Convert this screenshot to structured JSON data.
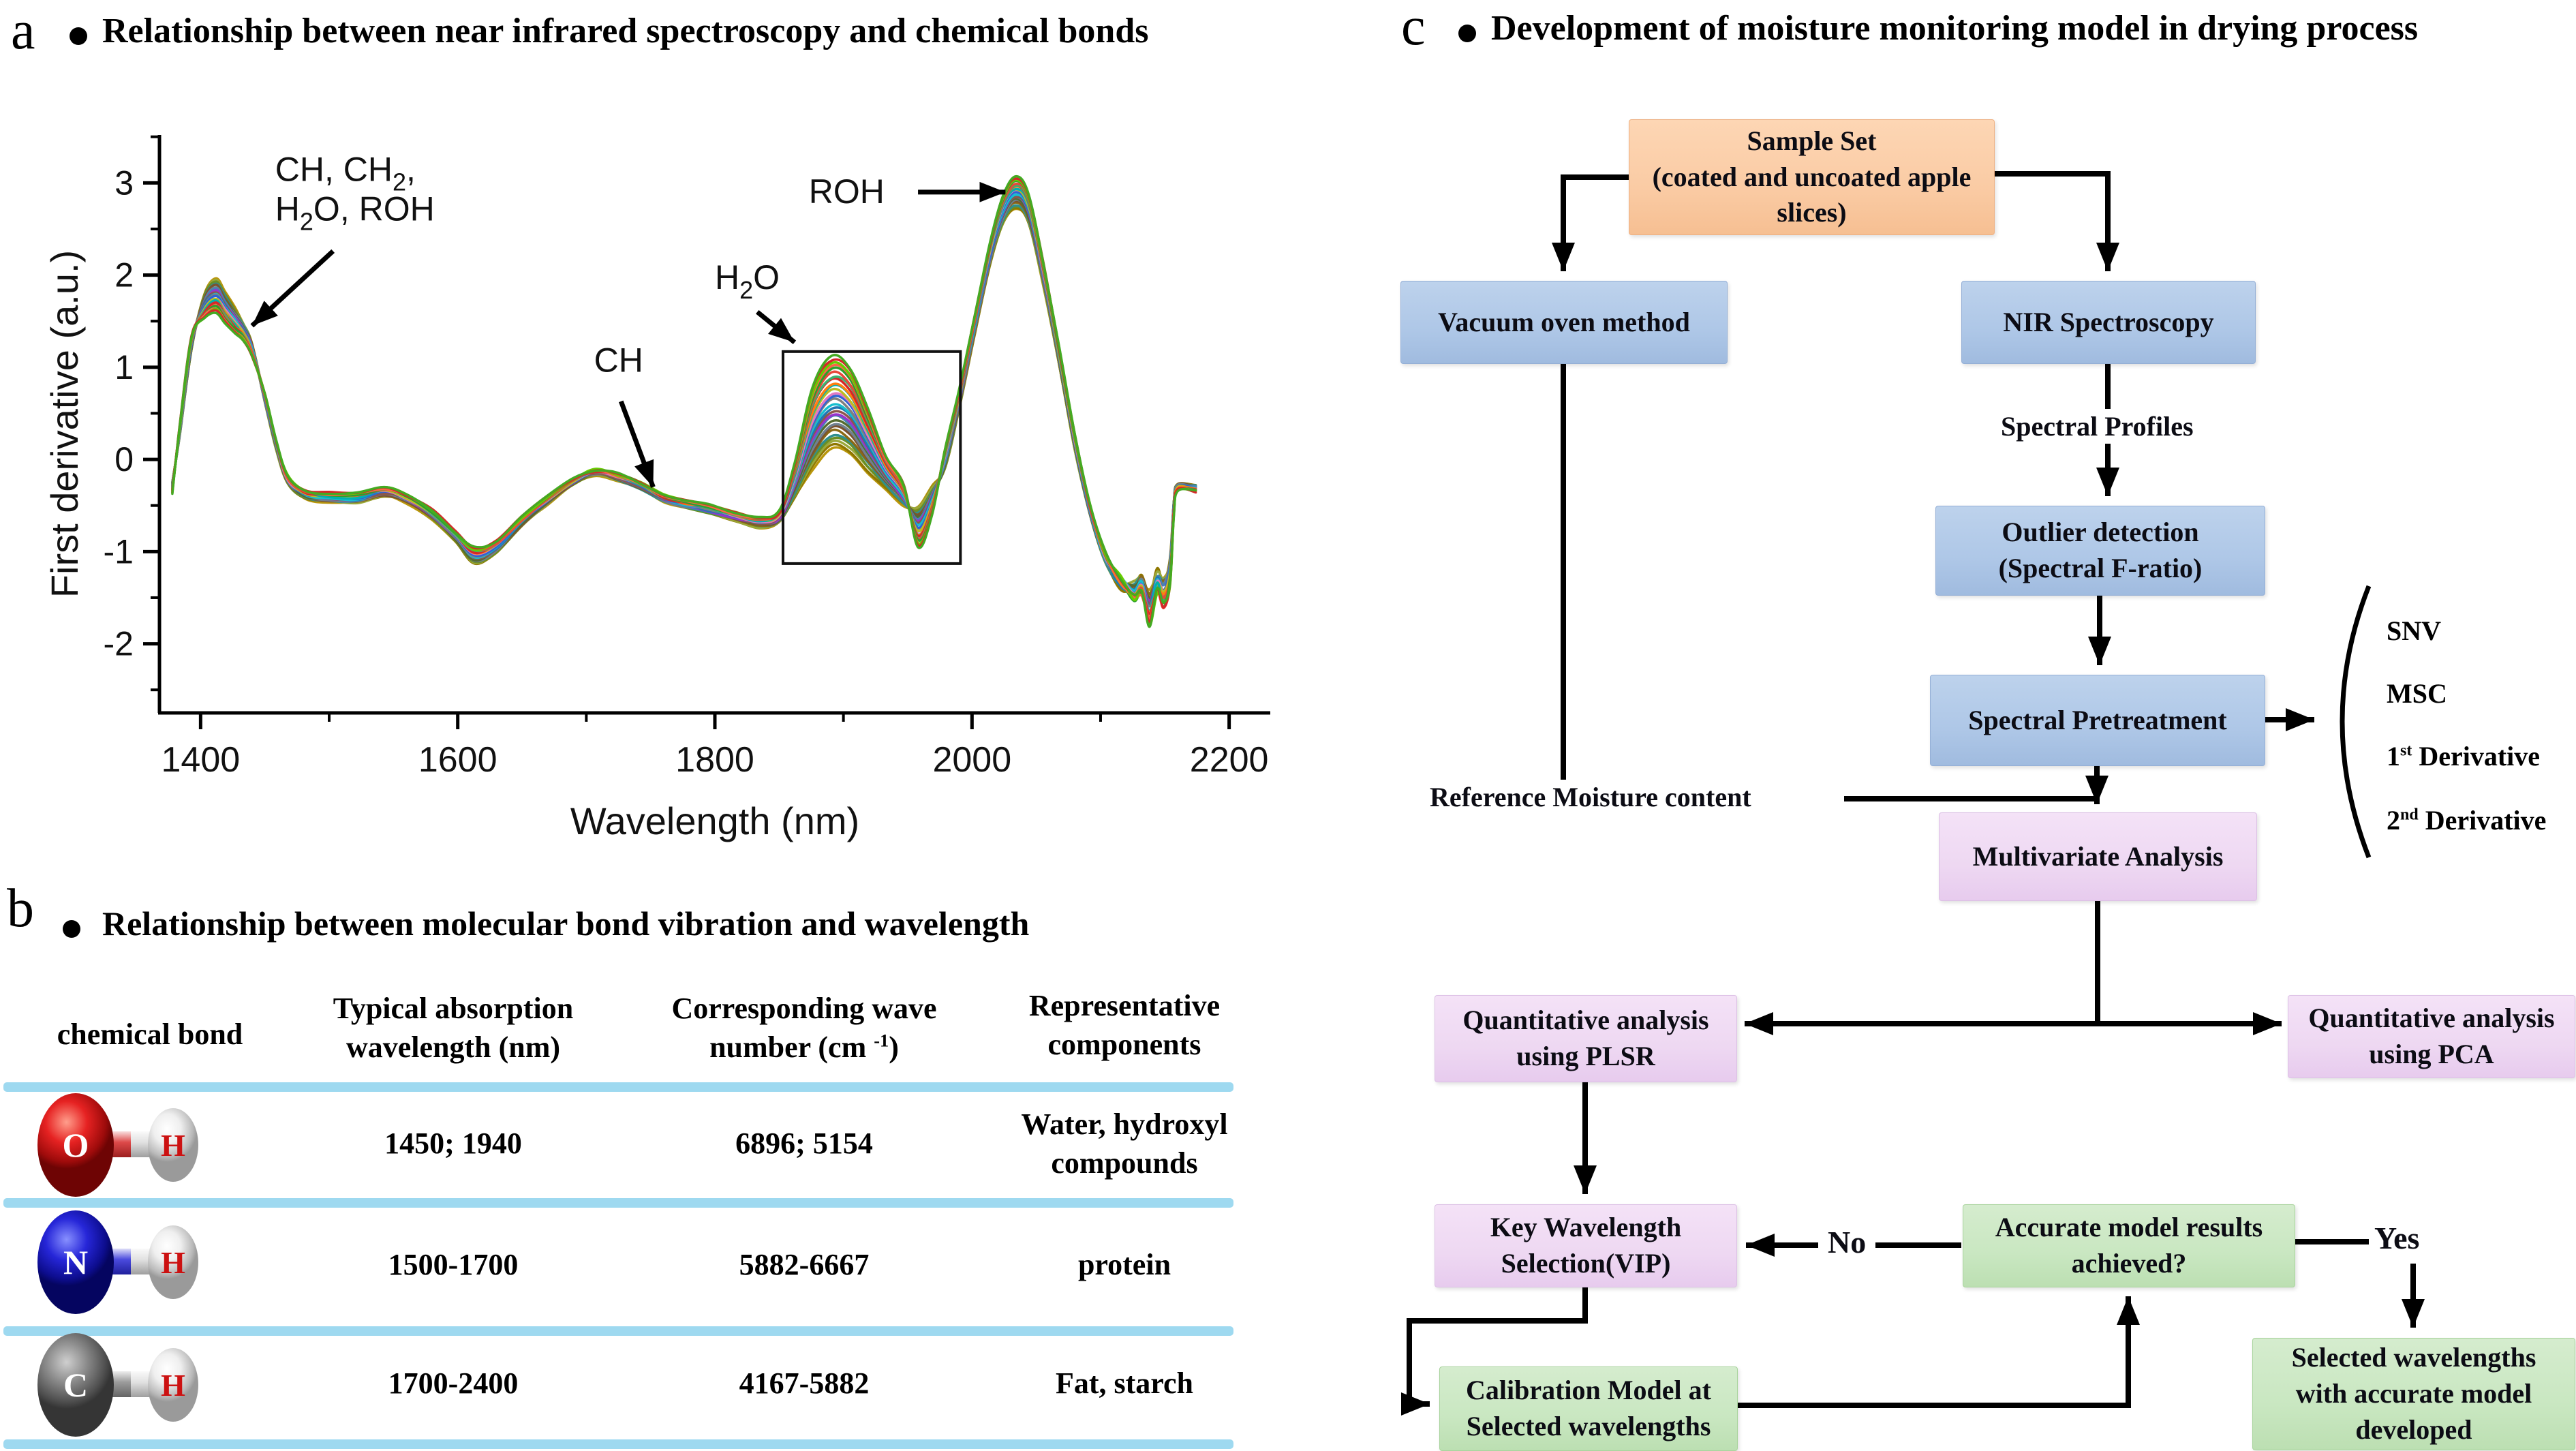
{
  "panel_a": {
    "label": "a",
    "title": "Relationship between near infrared spectroscopy and chemical bonds"
  },
  "chart_data": {
    "type": "line",
    "title": "",
    "xlabel": "Wavelength (nm)",
    "ylabel": "First derivative (a.u.)",
    "xlim": [
      1368,
      2232
    ],
    "ylim": [
      -2.75,
      3.52
    ],
    "x_ticks": [
      1400,
      1600,
      1800,
      2000,
      2200
    ],
    "x_minor_ticks": [
      1500,
      1700,
      1900,
      2100
    ],
    "y_ticks": [
      3,
      2,
      1,
      0,
      -1,
      -2
    ],
    "y_minor_ticks": [
      3.5,
      2.5,
      1.5,
      0.5,
      -0.5,
      -1.5,
      -2.5
    ],
    "grid": false,
    "legend": false,
    "n_series": 28,
    "series_note": "About 28 overlapping first-derivative NIR spectra of apple slices at different moisture levels; envelope lists [wavelength nm, min value, max value, (1 = order inverted)] across the bundle",
    "envelope": [
      [
        1378,
        -0.36,
        -0.25,
        1
      ],
      [
        1384,
        0.28,
        0.4
      ],
      [
        1393,
        1.2,
        1.34
      ],
      [
        1403,
        1.52,
        1.8,
        1
      ],
      [
        1412,
        1.6,
        1.96,
        1
      ],
      [
        1419,
        1.48,
        1.82,
        1
      ],
      [
        1427,
        1.36,
        1.64,
        1
      ],
      [
        1433,
        1.3,
        1.48,
        1
      ],
      [
        1440,
        1.12,
        1.26,
        1
      ],
      [
        1450,
        0.62,
        0.72
      ],
      [
        1459,
        0.1,
        0.2
      ],
      [
        1468,
        -0.26,
        -0.18
      ],
      [
        1482,
        -0.42,
        -0.33
      ],
      [
        1500,
        -0.46,
        -0.36
      ],
      [
        1522,
        -0.47,
        -0.37
      ],
      [
        1543,
        -0.4,
        -0.3
      ],
      [
        1560,
        -0.47,
        -0.38
      ],
      [
        1580,
        -0.64,
        -0.55
      ],
      [
        1598,
        -0.88,
        -0.78
      ],
      [
        1613,
        -1.13,
        -0.96
      ],
      [
        1630,
        -1.02,
        -0.88
      ],
      [
        1650,
        -0.72,
        -0.62
      ],
      [
        1670,
        -0.48,
        -0.4
      ],
      [
        1690,
        -0.27,
        -0.2
      ],
      [
        1707,
        -0.17,
        -0.11
      ],
      [
        1724,
        -0.22,
        -0.15
      ],
      [
        1742,
        -0.32,
        -0.25
      ],
      [
        1760,
        -0.46,
        -0.38
      ],
      [
        1775,
        -0.52,
        -0.44
      ],
      [
        1795,
        -0.58,
        -0.5
      ],
      [
        1815,
        -0.66,
        -0.57
      ],
      [
        1835,
        -0.74,
        -0.62
      ],
      [
        1850,
        -0.68,
        -0.55
      ],
      [
        1862,
        -0.42,
        -0.05
      ],
      [
        1876,
        -0.12,
        0.8
      ],
      [
        1891,
        0.12,
        1.12
      ],
      [
        1905,
        0.05,
        1.0
      ],
      [
        1919,
        -0.15,
        0.55
      ],
      [
        1933,
        -0.32,
        0.05
      ],
      [
        1947,
        -0.5,
        -0.28
      ],
      [
        1958,
        -0.95,
        -0.5,
        1
      ],
      [
        1969,
        -0.6,
        -0.3,
        1
      ],
      [
        1979,
        -0.1,
        0.12
      ],
      [
        1990,
        0.55,
        0.75
      ],
      [
        2002,
        1.35,
        1.55
      ],
      [
        2014,
        2.1,
        2.35
      ],
      [
        2024,
        2.55,
        2.85
      ],
      [
        2034,
        2.72,
        3.06
      ],
      [
        2044,
        2.55,
        2.88
      ],
      [
        2056,
        1.85,
        2.1
      ],
      [
        2068,
        1.0,
        1.2
      ],
      [
        2080,
        0.1,
        0.28
      ],
      [
        2092,
        -0.62,
        -0.5
      ],
      [
        2104,
        -1.12,
        -1.02
      ],
      [
        2116,
        -1.38,
        -1.28
      ],
      [
        2126,
        -1.52,
        -1.35,
        1
      ],
      [
        2132,
        -1.45,
        -1.28,
        1
      ],
      [
        2138,
        -1.78,
        -1.45,
        1
      ],
      [
        2144,
        -1.45,
        -1.22,
        1
      ],
      [
        2149,
        -1.6,
        -1.3,
        1
      ],
      [
        2154,
        -1.35,
        -1.1,
        1
      ],
      [
        2157,
        -0.6,
        -0.45,
        1
      ],
      [
        2160,
        -0.34,
        -0.27,
        1
      ],
      [
        2174,
        -0.35,
        -0.28,
        1
      ]
    ],
    "spread_regions": {
      "peak_1412": [
        1.6,
        1.96
      ],
      "h2o_band_1891": [
        0.12,
        1.12
      ],
      "dip_1958": [
        -0.95,
        -0.5
      ],
      "roh_peak_2034": [
        2.72,
        3.06
      ]
    },
    "highlight_box": {
      "x1": 1853,
      "x2": 1991,
      "y1": -1.13,
      "y2": 1.17
    },
    "palette": [
      "#b8960c",
      "#8f7700",
      "#9aa83a",
      "#6b8e23",
      "#2f8f8f",
      "#8b6914",
      "#7a5230",
      "#708090",
      "#556b2f",
      "#4682b4",
      "#9932cc",
      "#8c564b",
      "#1f77b4",
      "#17becf",
      "#7f7f7f",
      "#2e64d4",
      "#e377c2",
      "#bcbd22",
      "#00b0b0",
      "#ff7f0e",
      "#d62728",
      "#3cb371",
      "#e8483a",
      "#2ca02c",
      "#ff6347",
      "#66cd00",
      "#d62728",
      "#44aa22"
    ],
    "annotations": [
      {
        "id": "peak1",
        "x": 1458,
        "y": 3.02,
        "line_gap": 0.5,
        "lines": [
          [
            {
              "t": "CH, CH"
            },
            {
              "t": "2",
              "sub": true
            },
            {
              "t": ","
            }
          ],
          [
            {
              "t": "H"
            },
            {
              "t": "2",
              "sub": true
            },
            {
              "t": "O,  ROH"
            }
          ]
        ],
        "arrow": {
          "x1": 1503,
          "y1": 2.26,
          "x2": 1440,
          "y2": 1.45
        }
      },
      {
        "id": "h2o",
        "x": 1800,
        "y": 1.85,
        "line_gap": 0,
        "lines": [
          [
            {
              "t": "H"
            },
            {
              "t": "2",
              "sub": true
            },
            {
              "t": "O"
            }
          ]
        ],
        "arrow": {
          "x1": 1833,
          "y1": 1.6,
          "x2": 1862,
          "y2": 1.27
        }
      },
      {
        "id": "ch",
        "x": 1706,
        "y": 0.95,
        "line_gap": 0,
        "lines": [
          [
            {
              "t": "CH"
            }
          ]
        ],
        "arrow": {
          "x1": 1727,
          "y1": 0.63,
          "x2": 1752,
          "y2": -0.3
        }
      },
      {
        "id": "roh",
        "x": 1873,
        "y": 2.78,
        "line_gap": 0,
        "lines": [
          [
            {
              "t": "ROH"
            }
          ]
        ],
        "arrow": {
          "x1": 1958,
          "y1": 2.9,
          "x2": 2026,
          "y2": 2.9
        }
      }
    ]
  },
  "panel_b": {
    "label": "b",
    "title": "Relationship between molecular bond vibration and wavelength",
    "table": {
      "headers": {
        "col1": "chemical bond",
        "col2": "Typical absorption\nwavelength (nm)",
        "col3_pre": "Corresponding wave\nnumber (cm ",
        "col3_sup": "-1",
        "col3_post": ")",
        "col4": "Representative\ncomponents"
      },
      "rows": [
        {
          "bond": "O-H",
          "atom": "O",
          "h": "H",
          "wavelength": "1450; 1940",
          "wavenumber": "6896; 5154",
          "components": "Water, hydroxyl\ncompounds",
          "atom_color": "#e62222"
        },
        {
          "bond": "N-H",
          "atom": "N",
          "h": "H",
          "wavelength": "1500-1700",
          "wavenumber": "5882-6667",
          "components": "protein",
          "atom_color": "#2626d8"
        },
        {
          "bond": "C-H",
          "atom": "C",
          "h": "H",
          "wavelength": "1700-2400",
          "wavenumber": "4167-5882",
          "components": "Fat, starch",
          "atom_color": "#8a8a8a"
        }
      ],
      "divider_color": "#9ed9f0"
    }
  },
  "panel_c": {
    "label": "c",
    "title": "Development of moisture monitoring model in drying process",
    "boxes": {
      "sample_set": "Sample Set\n(coated and uncoated apple\nslices)",
      "vacuum": "Vacuum oven method",
      "nir": "NIR Spectroscopy",
      "outlier": "Outlier detection\n(Spectral F-ratio)",
      "pretreatment": "Spectral Pretreatment",
      "multivariate": "Multivariate Analysis",
      "plsr": "Quantitative analysis\nusing PLSR",
      "pca": "Quantitative analysis\nusing PCA",
      "kws": "Key Wavelength\nSelection(VIP)",
      "accurate": "Accurate model results\nachieved?",
      "selected": "Selected wavelengths\nwith accurate model\ndeveloped",
      "calibration": "Calibration Model at\nSelected wavelengths"
    },
    "edge_labels": {
      "spectral_profiles": "Spectral Profiles",
      "reference": "Reference Moisture content",
      "no": "No",
      "yes": "Yes"
    },
    "pretreatment_methods": [
      {
        "pre": "SNV",
        "sup": "",
        "post": ""
      },
      {
        "pre": "MSC",
        "sup": "",
        "post": ""
      },
      {
        "pre": "1",
        "sup": "st",
        "post": " Derivative"
      },
      {
        "pre": "2",
        "sup": "nd",
        "post": " Derivative"
      }
    ],
    "colors": {
      "sample": "#facba4",
      "process": "#aec7e7",
      "analysis": "#eed8f2",
      "result": "#c9e7c1",
      "arrow": "#000000"
    }
  }
}
